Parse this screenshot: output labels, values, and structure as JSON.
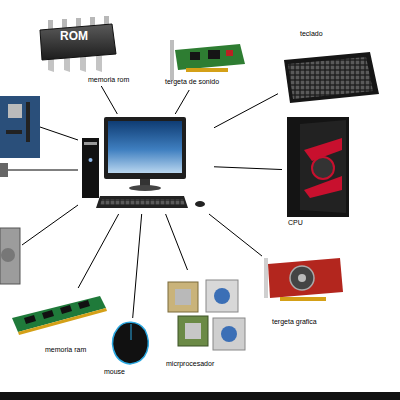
{
  "diagram": {
    "nodes": [
      {
        "text": [
          "ROM",
          "memoria rom"
        ]
      },
      {
        "text": [
          "tergeta de sonido"
        ]
      },
      {
        "text": [
          "teclado"
        ]
      },
      {
        "text": []
      },
      {
        "text": [
          "CPU"
        ]
      },
      {
        "text": [
          "tergeta grafica"
        ]
      },
      {
        "text": [
          "micrprocesador"
        ]
      },
      {
        "text": [
          "mouse"
        ]
      },
      {
        "text": [
          "memoria ram"
        ]
      }
    ],
    "edges": [
      {
        "from": 3,
        "to": 0,
        "arrow": "none"
      },
      {
        "from": 3,
        "to": 1,
        "arrow": "none"
      },
      {
        "from": 3,
        "to": 2,
        "arrow": "none"
      },
      {
        "from": 3,
        "to": 4,
        "arrow": "none"
      },
      {
        "from": 3,
        "to": 5,
        "arrow": "none"
      },
      {
        "from": 3,
        "to": 6,
        "arrow": "none"
      },
      {
        "from": 3,
        "to": 7,
        "arrow": "none"
      },
      {
        "from": 3,
        "to": 8,
        "arrow": "none"
      }
    ]
  }
}
